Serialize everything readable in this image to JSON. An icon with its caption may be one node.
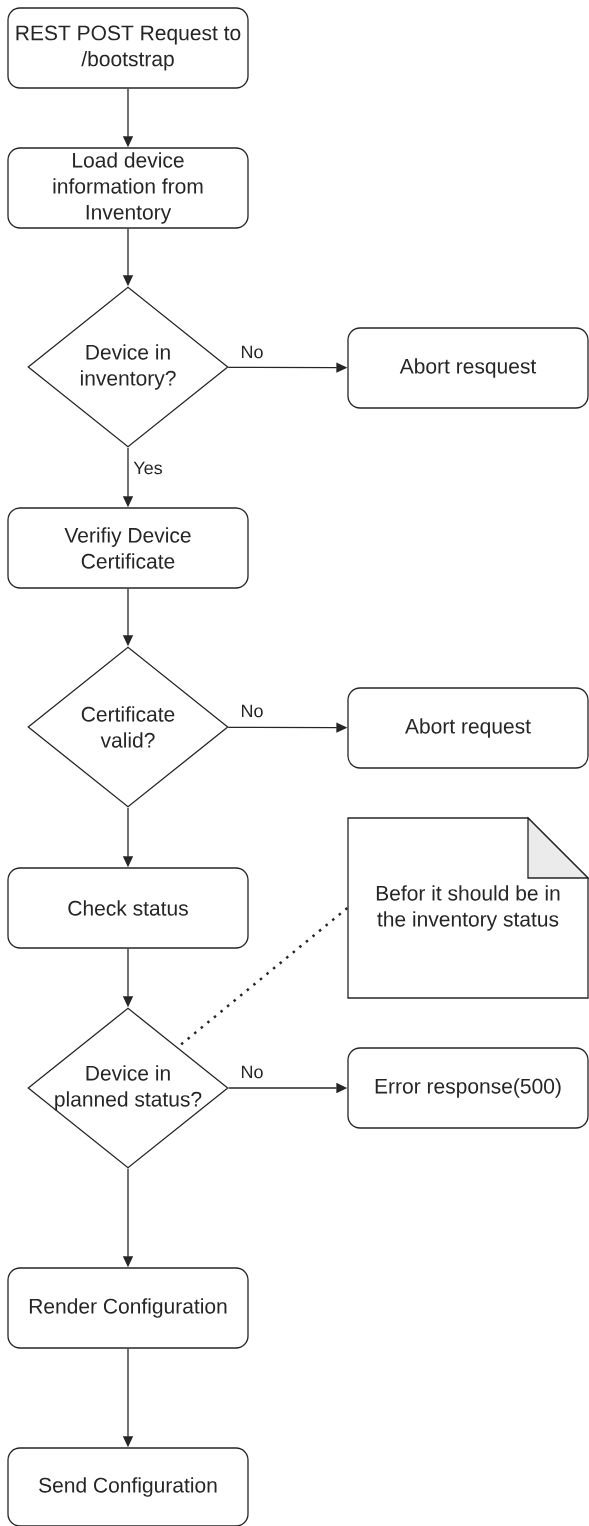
{
  "diagram": {
    "nodes": [
      {
        "text": [
          "REST POST Request to /bootstrap"
        ]
      },
      {
        "text": [
          "Load device information from Inventory"
        ]
      },
      {
        "text": [
          "Device in inventory?"
        ]
      },
      {
        "text": [
          "Abort resquest"
        ]
      },
      {
        "text": [
          "Verifiy Device Certificate"
        ]
      },
      {
        "text": [
          "Certificate valid?"
        ]
      },
      {
        "text": [
          "Abort request"
        ]
      },
      {
        "text": [
          "Check status"
        ]
      },
      {
        "text": [
          "Befor it should be in the inventory status"
        ]
      },
      {
        "text": [
          "Device in planned status?"
        ]
      },
      {
        "text": [
          "Error response(500)"
        ]
      },
      {
        "text": [
          "Render Configuration"
        ]
      },
      {
        "text": [
          "Send Configuration"
        ]
      }
    ],
    "edges": [
      {
        "from": 0,
        "to": 1,
        "arrow": "to"
      },
      {
        "from": 1,
        "to": 2,
        "arrow": "to"
      },
      {
        "from": 2,
        "to": 3,
        "arrow": "to",
        "label": "No"
      },
      {
        "from": 2,
        "to": 4,
        "arrow": "to",
        "label": "Yes"
      },
      {
        "from": 4,
        "to": 5,
        "arrow": "to"
      },
      {
        "from": 5,
        "to": 6,
        "arrow": "to",
        "label": "No"
      },
      {
        "from": 5,
        "to": 7,
        "arrow": "to"
      },
      {
        "from": 8,
        "to": 9,
        "arrow": "none",
        "style": "dashed"
      },
      {
        "from": 7,
        "to": 9,
        "arrow": "to"
      },
      {
        "from": 9,
        "to": 10,
        "arrow": "to",
        "label": "No"
      },
      {
        "from": 9,
        "to": 11,
        "arrow": "to"
      },
      {
        "from": 11,
        "to": 12,
        "arrow": "to"
      }
    ]
  }
}
